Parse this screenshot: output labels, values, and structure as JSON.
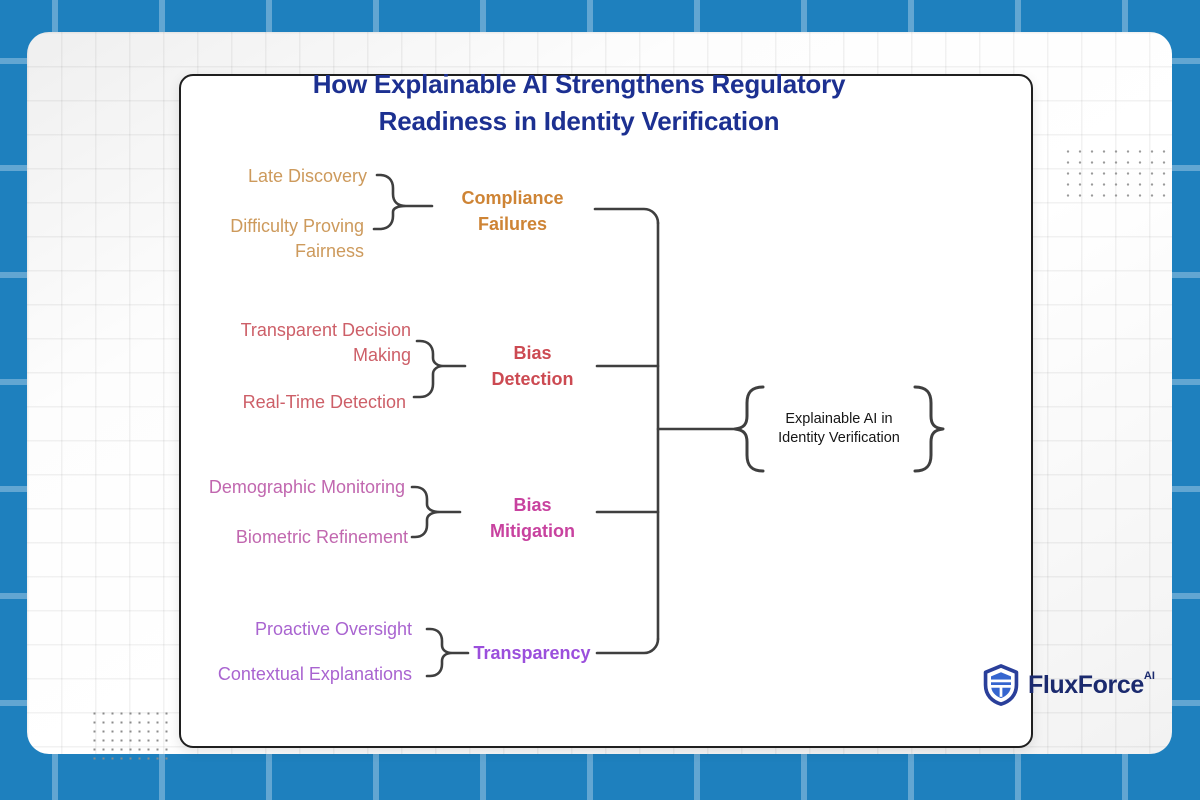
{
  "title": {
    "text": "How Explainable AI Strengthens Regulatory Readiness in Identity Verification"
  },
  "center_node": {
    "label": "Explainable AI in Identity Verification",
    "lines": [
      "Explainable AI in",
      "Identity Verification"
    ]
  },
  "branches": [
    {
      "category": "Compliance Failures",
      "category_color": "#ce8435",
      "leaf_color": "#cd9a5c",
      "leaves": [
        "Late Discovery",
        "Difficulty Proving Fairness"
      ]
    },
    {
      "category": "Bias Detection",
      "category_color": "#cc4a52",
      "leaf_color": "#cd5f68",
      "leaves": [
        "Transparent Decision Making",
        "Real-Time Detection"
      ]
    },
    {
      "category": "Bias Mitigation",
      "category_color": "#c8429f",
      "leaf_color": "#c167af",
      "leaves": [
        "Demographic Monitoring",
        "Biometric Refinement"
      ]
    },
    {
      "category": "Transparency",
      "category_color": "#9b4fdc",
      "leaf_color": "#a964d0",
      "leaves": [
        "Proactive Oversight",
        "Contextual Explanations"
      ]
    }
  ],
  "logo": {
    "name": "FluxForce",
    "superscript": "AI",
    "text_color": "#1b2a6e",
    "shield_color": "#2a3f9a"
  },
  "colors": {
    "background": "#1e80be",
    "grid_line": "#5aaad9",
    "title": "#1c3091",
    "connector": "#3f3f3f",
    "center_text": "#161616"
  }
}
